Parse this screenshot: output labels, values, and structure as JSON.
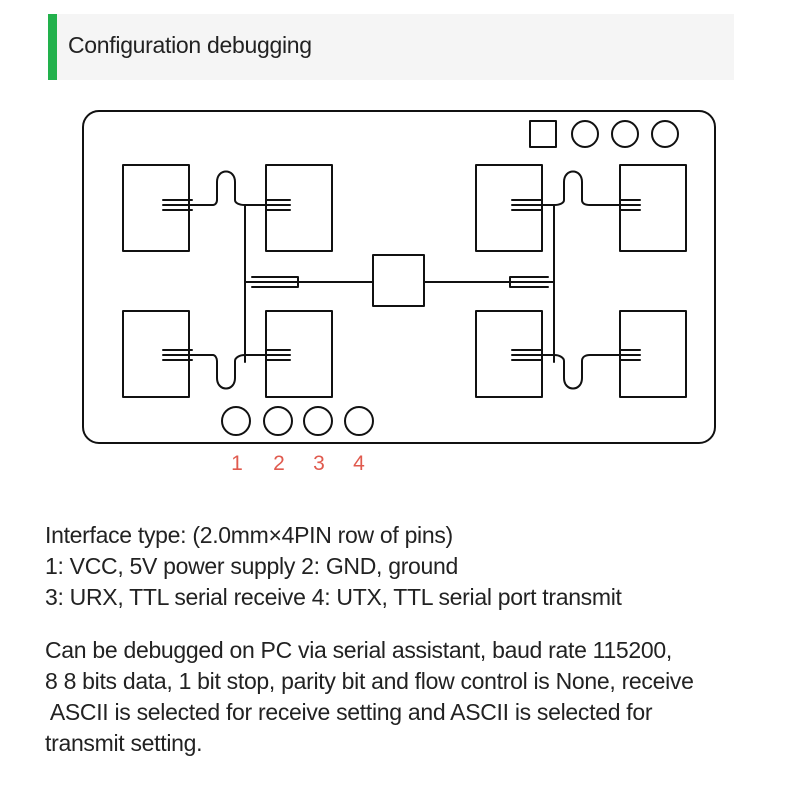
{
  "header": {
    "title": "Configuration debugging",
    "accent_color": "#22b14c"
  },
  "board": {
    "pin_labels": [
      "1",
      "2",
      "3",
      "4"
    ],
    "pin_label_color": "#e05a4e"
  },
  "interface": {
    "lines": [
      "Interface type: (2.0mm×4PIN row of pins)",
      "1: VCC, 5V power supply   2: GND, ground",
      "3: URX, TTL serial receive   4: UTX, TTL serial port transmit"
    ]
  },
  "debug": {
    "lines": [
      "Can be debugged on PC via serial assistant, baud rate 115200,",
      "8 8 bits data, 1 bit stop, parity bit and flow control is None, receive",
      " ASCII is selected for receive setting and ASCII is selected for",
      "transmit setting."
    ]
  }
}
